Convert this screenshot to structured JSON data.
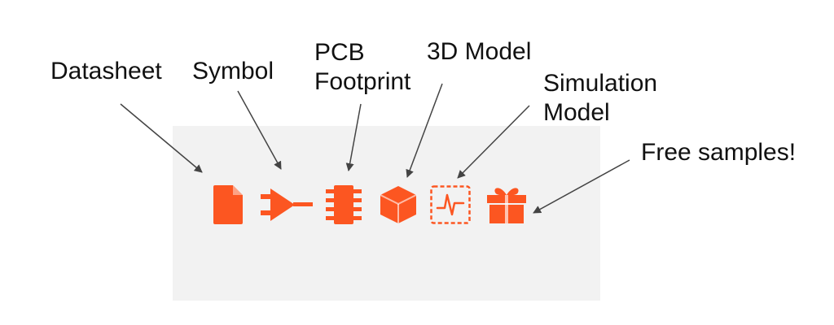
{
  "labels": {
    "datasheet": "Datasheet",
    "symbol": "Symbol",
    "pcb_footprint": [
      "PCB",
      "Footprint"
    ],
    "model_3d": "3D Model",
    "simulation_model": [
      "Simulation",
      "Model"
    ],
    "free_samples": "Free samples!"
  },
  "icons": [
    "file-icon",
    "schematic-symbol-icon",
    "chip-footprint-icon",
    "cube-icon",
    "waveform-icon",
    "gift-icon"
  ],
  "colors": {
    "accent": "#fc5621",
    "panel": "#f2f2f2",
    "text": "#111111",
    "arrow": "#444444"
  }
}
